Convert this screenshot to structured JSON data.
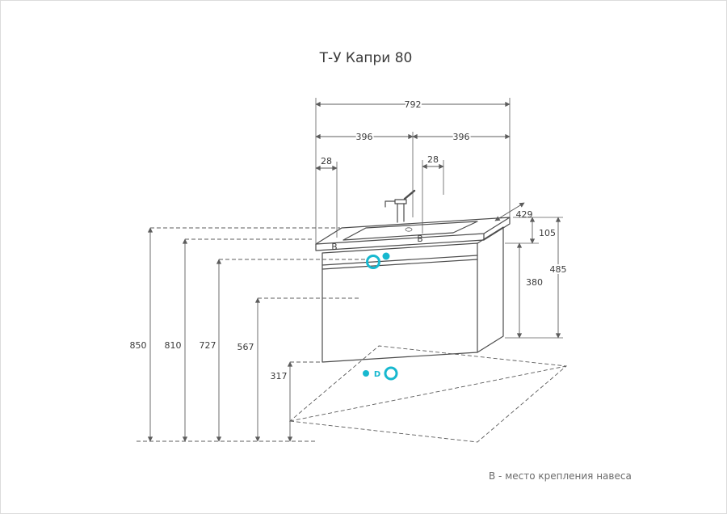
{
  "title": "Т-У Капри 80",
  "note": "В - место крепления навеса",
  "dims": {
    "total_width": "792",
    "half_left": "396",
    "half_right": "396",
    "offset_left": "28",
    "offset_center": "28",
    "depth": "429",
    "apron_height": "105",
    "cabinet_height": "485",
    "drawer_height": "380",
    "h850": "850",
    "h810": "810",
    "h727": "727",
    "h567": "567",
    "h317": "317"
  },
  "marks": {
    "mount_left": "В",
    "mount_right": "В",
    "drain": "D"
  },
  "colors": {
    "accent": "#17b8cf",
    "line": "#4c4c4c",
    "dim": "#5c5c5c",
    "text": "#3a3a3a",
    "muted": "#6b6b6b",
    "border": "#dcdcdc"
  }
}
